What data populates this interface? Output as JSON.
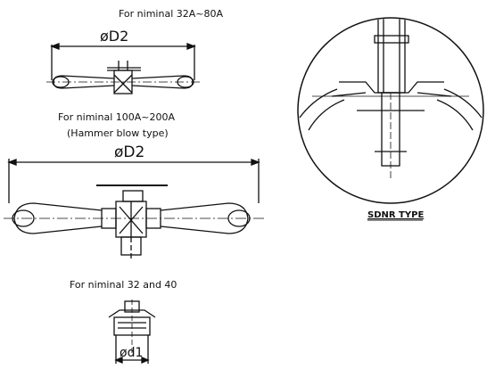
{
  "labels": {
    "caption_32_80": "For niminal 32A~80A",
    "caption_100_200": "For niminal 100A~200A",
    "caption_hammer": "(Hammer blow type)",
    "caption_32_40": "For niminal 32 and 40",
    "dim_d2": "øD2",
    "dim_d2_large": "øD2",
    "dim_d1": "ød1",
    "sdnr_type": "SDNR TYPE"
  }
}
